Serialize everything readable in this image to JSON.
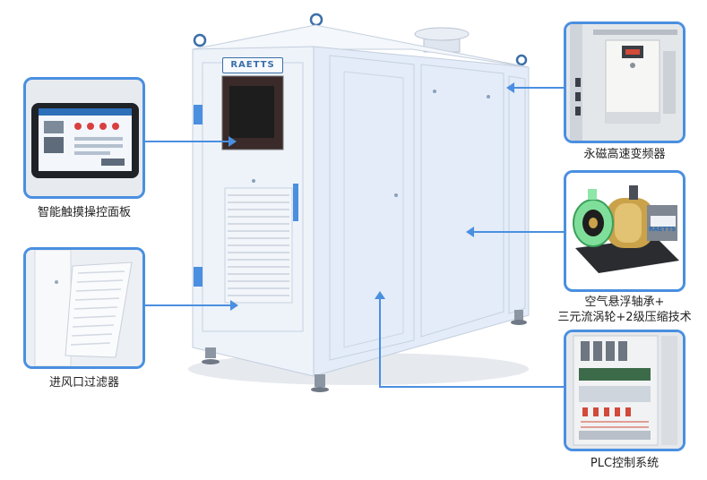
{
  "machine": {
    "brand": "RAETTS",
    "accent": "#4a8fe0",
    "body_color": "#eaf1fb"
  },
  "callouts": {
    "touch_panel": {
      "label": "智能触摸操控面板",
      "icon": "touchscreen-icon"
    },
    "inlet_filter": {
      "label": "进风口过滤器",
      "icon": "filter-louver-icon"
    },
    "vfd": {
      "label": "永磁高速变频器",
      "icon": "inverter-icon"
    },
    "compressor": {
      "label_line1": "空气悬浮轴承+",
      "label_line2": "三元流涡轮+2级压缩技术",
      "brand": "RAETTS",
      "icon": "turbo-compressor-icon"
    },
    "plc": {
      "label": "PLC控制系统",
      "icon": "plc-cabinet-icon"
    }
  }
}
